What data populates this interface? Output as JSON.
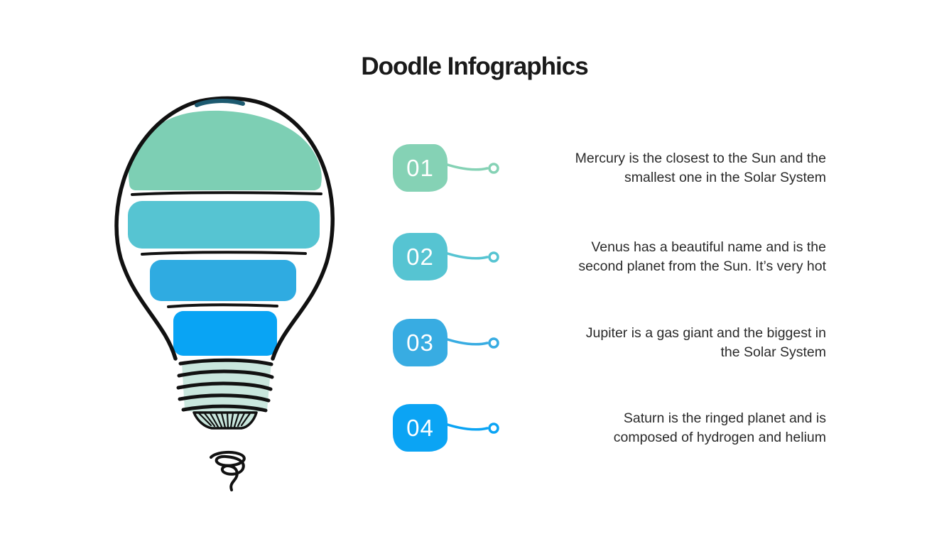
{
  "slide": {
    "title": "Doodle Infographics",
    "background_color": "#ffffff",
    "title_color": "#1a1a1a",
    "text_color": "#2a2a2a"
  },
  "items": [
    {
      "number": "01",
      "color": "#85d2b5",
      "lines": [
        "Mercury is the closest to the Sun and the",
        "smallest one in the Solar System"
      ]
    },
    {
      "number": "02",
      "color": "#56c4d2",
      "lines": [
        "Venus has a beautiful name and is the",
        "second planet from the Sun. It’s very hot"
      ]
    },
    {
      "number": "03",
      "color": "#38ace2",
      "lines": [
        "Jupiter is a gas giant and the biggest in",
        "the Solar System"
      ]
    },
    {
      "number": "04",
      "color": "#0ba4f4",
      "lines": [
        "Saturn is the ringed planet and is",
        "composed of hydrogen and helium"
      ]
    }
  ],
  "bulb": {
    "segment_colors": [
      "#7dcfb4",
      "#56c4d2",
      "#2fabe1",
      "#09a4f4"
    ],
    "base_color": "#c9e6dd",
    "outline_color": "#111111",
    "top_accent_color": "#1d5a70"
  }
}
